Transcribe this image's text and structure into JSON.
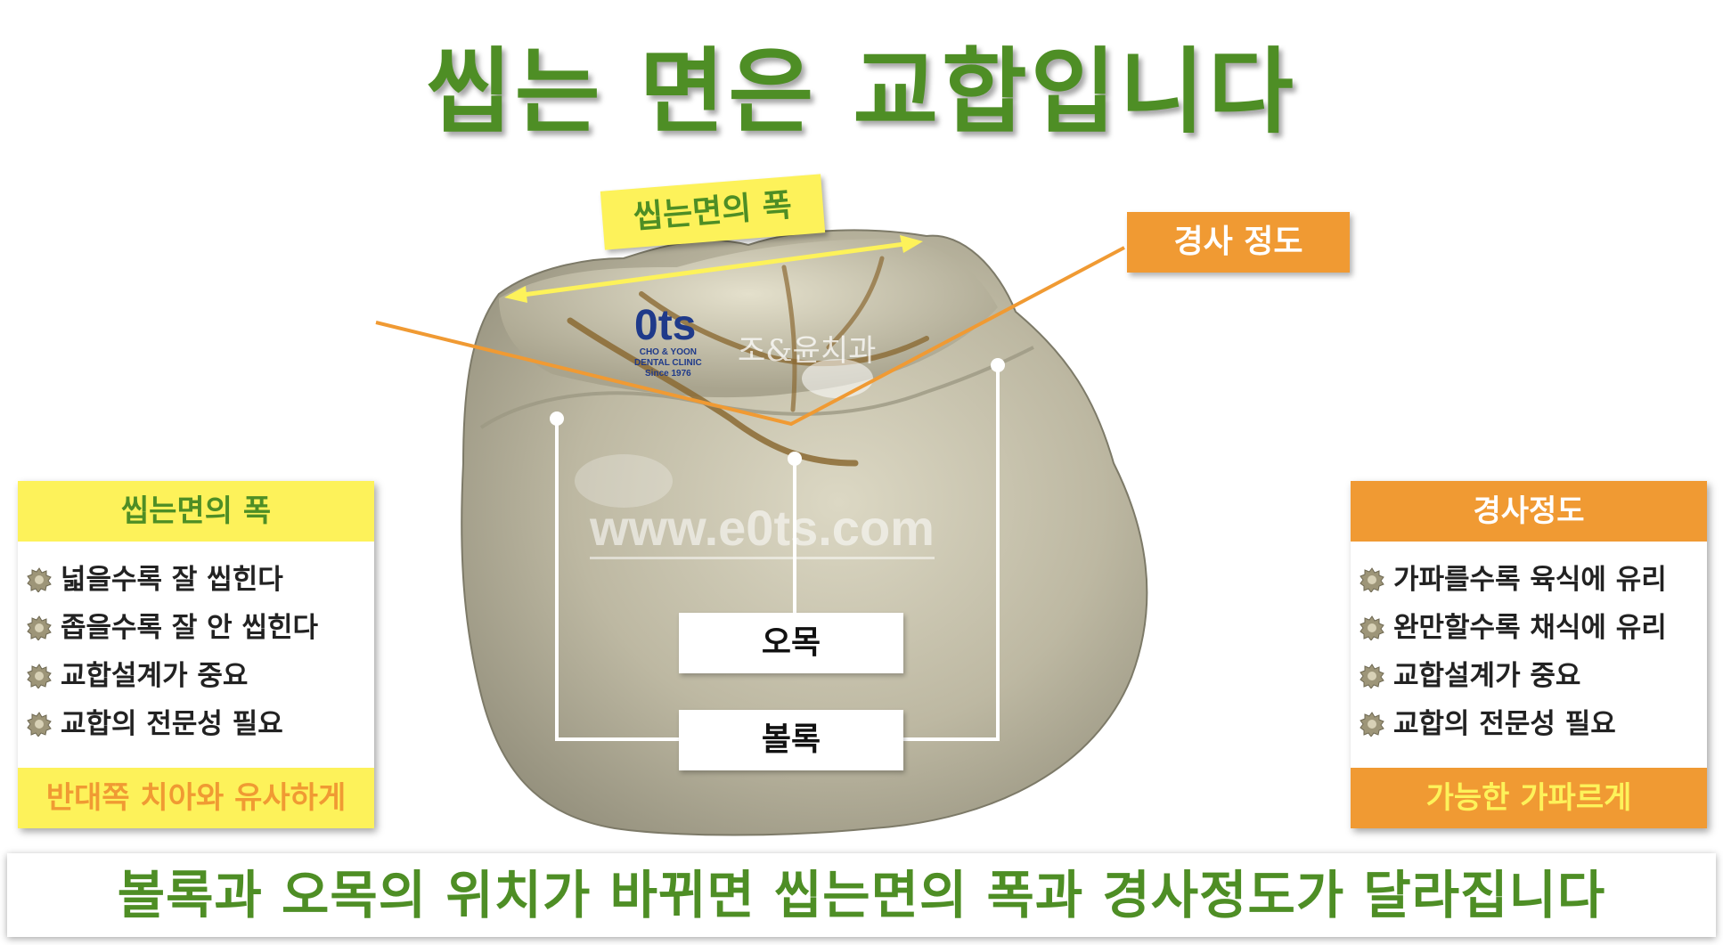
{
  "title": "씹는 면은 교합입니다",
  "labels": {
    "chewing_width": "씹는면의 폭",
    "slope": "경사 정도",
    "fossa": "오목",
    "cusp": "볼록"
  },
  "watermark": {
    "logo": "0ts",
    "logo_line1": "CHO & YOON",
    "logo_line2": "DENTAL CLINIC",
    "logo_line3": "Since 1976",
    "clinic_name": "조&윤치과",
    "url": "www.e0ts.com"
  },
  "left_panel": {
    "heading": "씹는면의 폭",
    "items": [
      "넓을수록 잘 씹힌다",
      "좁을수록 잘 안 씹힌다",
      "교합설계가 중요",
      "교합의 전문성 필요"
    ],
    "footer": "반대쪽 치아와 유사하게"
  },
  "right_panel": {
    "heading": "경사정도",
    "items": [
      "가파를수록 육식에 유리",
      "완만할수록 채식에 유리",
      "교합설계가 중요",
      "교합의 전문성 필요"
    ],
    "footer": "가능한 가파르게"
  },
  "conclusion": "볼록과 오목의 위치가 바뀌면 씹는면의 폭과 경사정도가 달라집니다",
  "colors": {
    "green": "#4e8e25",
    "yellow": "#fdf25a",
    "orange": "#f09a33",
    "tooth": "#b8b39c"
  },
  "icons": {
    "bullet": "gear-bullet-icon"
  }
}
